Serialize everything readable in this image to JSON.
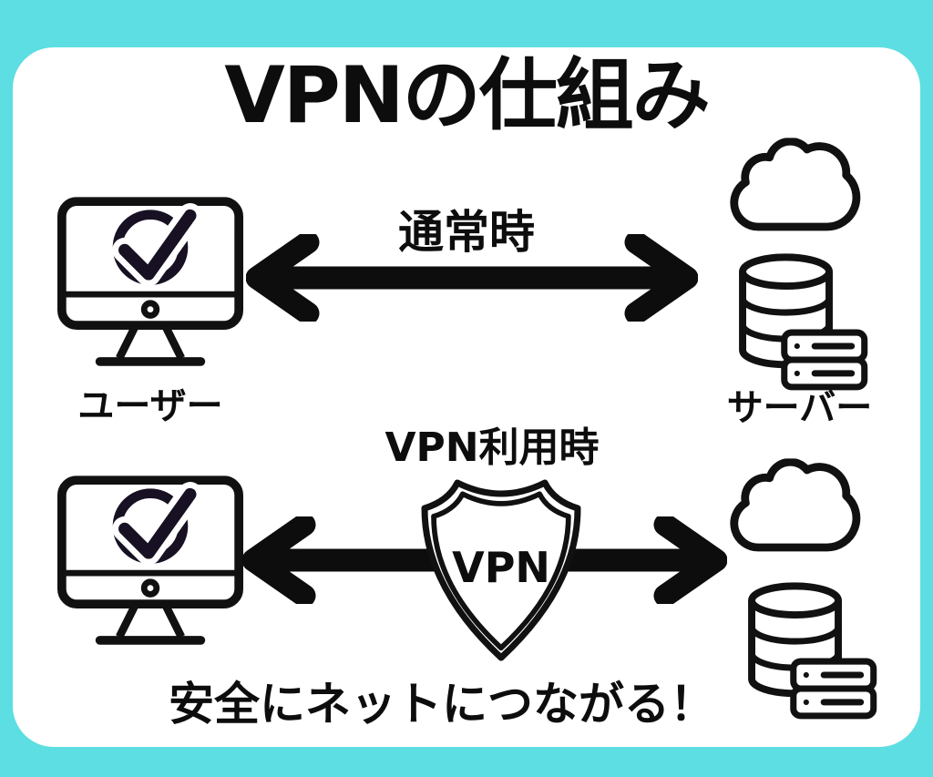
{
  "title": "VPNの仕組み",
  "normal_flow": {
    "mode_label": "通常時",
    "user_label": "ユーザー",
    "server_label": "サーバー"
  },
  "vpn_flow": {
    "mode_label": "VPN利用時",
    "shield_label": "VPN"
  },
  "footer": {
    "message": "安全にネットにつながる！"
  },
  "icons": {
    "user": "monitor-with-checkmark-icon",
    "internet": "cloud-icon",
    "server": "database-server-icon",
    "vpn": "shield-icon",
    "connection": "double-headed-arrow-icon"
  },
  "colors": {
    "background": "#5CDEE2",
    "card": "#FFFFFF",
    "ink": "#0D0D0D",
    "checkmark": "#171123"
  }
}
